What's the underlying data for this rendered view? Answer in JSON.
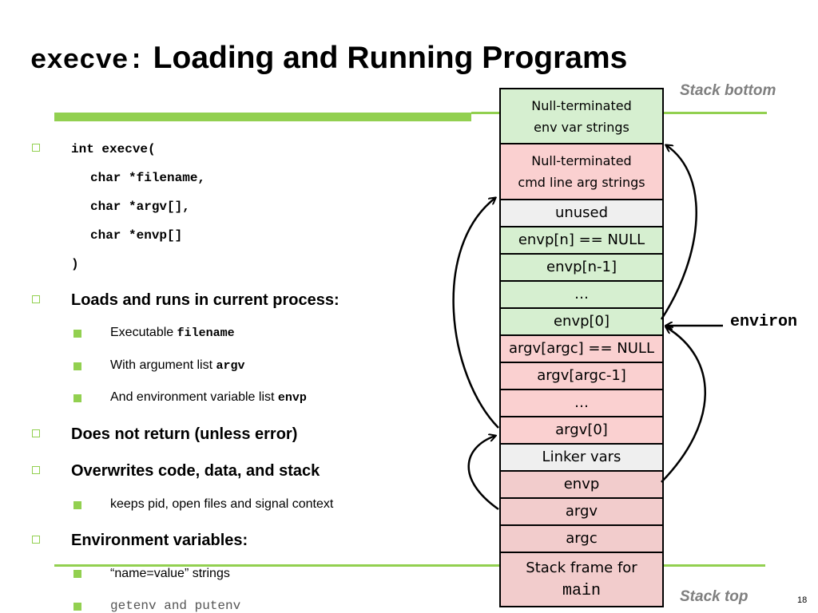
{
  "title": {
    "code": "execve:",
    "text": "Loading and Running Programs"
  },
  "signature": {
    "line1": "int execve(",
    "line2": "char *filename,",
    "line3": "char *argv[],",
    "line4": "char *envp[]",
    "line5": ")"
  },
  "bullets": {
    "loads": "Loads and runs in current process:",
    "executable_prefix": "Executable ",
    "executable_code": "filename",
    "argument_prefix": "With argument list ",
    "argument_code": "argv",
    "env_prefix": "And environment variable list ",
    "env_code": "envp",
    "no_return": "Does not return (unless error)",
    "overwrites": "Overwrites code, data, and stack",
    "keeps": "keeps pid, open files and signal context",
    "env_vars": "Environment variables:",
    "name_value": "“name=value” strings",
    "getenv": "getenv and putenv"
  },
  "stack": {
    "cells": [
      {
        "l1": "Null-terminated",
        "l2": "env var strings"
      },
      {
        "l1": "Null-terminated",
        "l2": "cmd line arg strings"
      },
      {
        "label": "unused"
      },
      {
        "label": "envp[n] == NULL"
      },
      {
        "label": "envp[n-1]"
      },
      {
        "label": "…"
      },
      {
        "label": "envp[0]"
      },
      {
        "label": "argv[argc] == NULL"
      },
      {
        "label": "argv[argc-1]"
      },
      {
        "label": "…"
      },
      {
        "label": "argv[0]"
      },
      {
        "label": "Linker vars"
      },
      {
        "label": "envp"
      },
      {
        "label": "argv"
      },
      {
        "label": "argc"
      },
      {
        "l1": "Stack frame for",
        "l2": "main"
      }
    ]
  },
  "labels": {
    "stack_bottom": "Stack bottom",
    "stack_top": "Stack top",
    "environ": "environ"
  },
  "page_number": "18",
  "colors": {
    "accent": "#92d050",
    "env_cells": "#d6efd0",
    "argv_cells": "#fad0d0",
    "neutral_cells": "#efefef",
    "frame_cells": "#f2cccc"
  }
}
